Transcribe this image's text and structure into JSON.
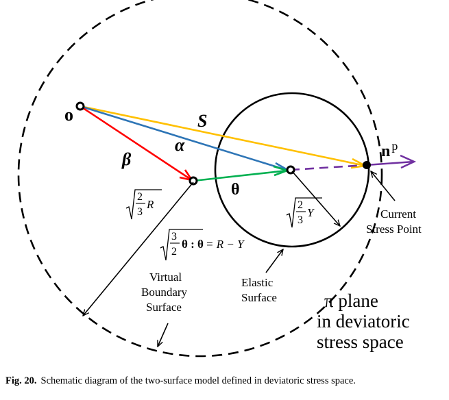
{
  "diagram": {
    "labels": {
      "origin": "o",
      "vec_s": "S",
      "vec_alpha": "α",
      "vec_beta": "β",
      "vec_theta": "θ",
      "normal_n": "n",
      "normal_sup": "p",
      "current_stress_1": "Current",
      "current_stress_2": "Stress Point",
      "virtual_1": "Virtual",
      "virtual_2": "Boundary",
      "virtual_3": "Surface",
      "elastic_1": "Elastic",
      "elastic_2": "Surface",
      "pi_plane_1": "π plane",
      "pi_plane_2": "in deviatoric",
      "pi_plane_3": "stress space"
    },
    "formulas": {
      "radius_outer_num": "2",
      "radius_outer_den": "3",
      "radius_outer_var": "R",
      "radius_inner_num": "2",
      "radius_inner_den": "3",
      "radius_inner_var": "Y",
      "theta_num": "3",
      "theta_den": "2",
      "theta_expr": "θ : θ",
      "theta_rhs": "= R − Y"
    },
    "colors": {
      "S": "#FFC000",
      "alpha": "#2E75B6",
      "beta": "#FF0000",
      "theta": "#00B050",
      "normal": "#7030A0"
    }
  },
  "caption": {
    "label": "Fig. 20.",
    "text": "Schematic diagram of the two-surface model defined in deviatoric stress space."
  }
}
